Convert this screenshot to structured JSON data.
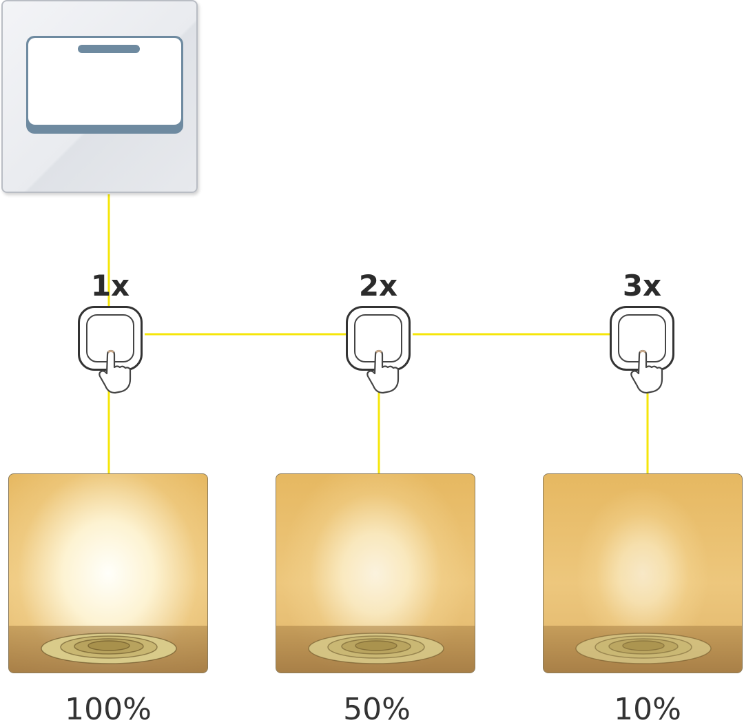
{
  "colors": {
    "wire": "#f5e60a",
    "switch_accent": "#6e8aa0",
    "text": "#2b2b2b"
  },
  "icons": {
    "wall_switch": "wall-switch-icon",
    "push_button": "push-button-icon",
    "hand": "pointing-hand-icon",
    "lamp": "downlight-icon"
  },
  "steps": [
    {
      "press_label": "1x",
      "brightness_label": "100%",
      "brightness": 1.0
    },
    {
      "press_label": "2x",
      "brightness_label": "50%",
      "brightness": 0.5
    },
    {
      "press_label": "3x",
      "brightness_label": "10%",
      "brightness": 0.1
    }
  ]
}
